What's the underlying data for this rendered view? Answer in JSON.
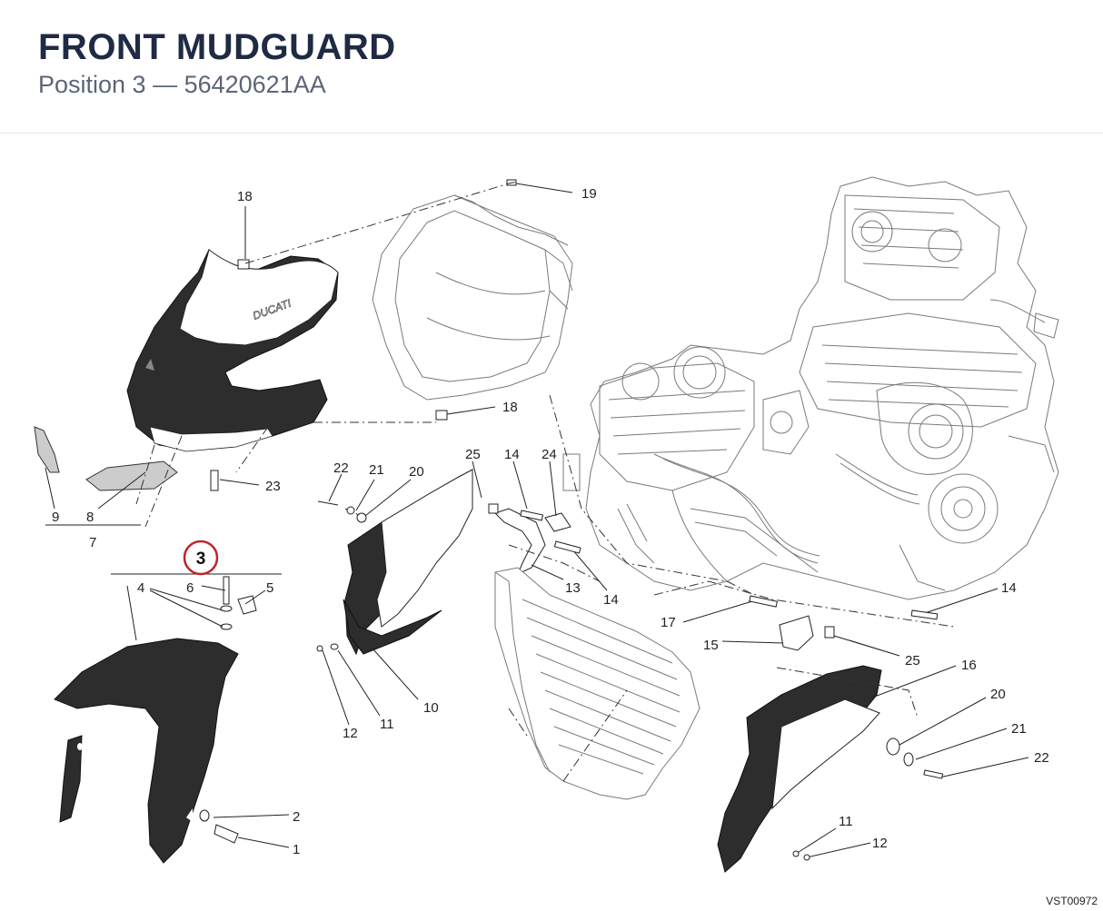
{
  "header": {
    "title": "FRONT MUDGUARD",
    "subtitle": "Position 3 — 56420621AA"
  },
  "highlight": {
    "label": "3",
    "color": "#c0242b"
  },
  "callouts": [
    {
      "id": "c18a",
      "text": "18"
    },
    {
      "id": "c19",
      "text": "19"
    },
    {
      "id": "c18b",
      "text": "18"
    },
    {
      "id": "c23",
      "text": "23"
    },
    {
      "id": "c9",
      "text": "9"
    },
    {
      "id": "c8",
      "text": "8"
    },
    {
      "id": "c7",
      "text": "7"
    },
    {
      "id": "c22a",
      "text": "22"
    },
    {
      "id": "c21a",
      "text": "21"
    },
    {
      "id": "c20a",
      "text": "20"
    },
    {
      "id": "c25a",
      "text": "25"
    },
    {
      "id": "c14a",
      "text": "14"
    },
    {
      "id": "c24",
      "text": "24"
    },
    {
      "id": "c13",
      "text": "13"
    },
    {
      "id": "c14b",
      "text": "14"
    },
    {
      "id": "c6",
      "text": "6"
    },
    {
      "id": "c4",
      "text": "4"
    },
    {
      "id": "c5",
      "text": "5"
    },
    {
      "id": "c2",
      "text": "2"
    },
    {
      "id": "c1",
      "text": "1"
    },
    {
      "id": "c12a",
      "text": "12"
    },
    {
      "id": "c11a",
      "text": "11"
    },
    {
      "id": "c10",
      "text": "10"
    },
    {
      "id": "c14c",
      "text": "14"
    },
    {
      "id": "c17",
      "text": "17"
    },
    {
      "id": "c15",
      "text": "15"
    },
    {
      "id": "c25b",
      "text": "25"
    },
    {
      "id": "c16",
      "text": "16"
    },
    {
      "id": "c20b",
      "text": "20"
    },
    {
      "id": "c21b",
      "text": "21"
    },
    {
      "id": "c22b",
      "text": "22"
    },
    {
      "id": "c11b",
      "text": "11"
    },
    {
      "id": "c12b",
      "text": "12"
    }
  ],
  "fairing_brand": "DUCATI",
  "drawing_ref": "VST00972",
  "icons": [
    "fairing-icon",
    "headlight-icon",
    "engine-icon",
    "radiator-icon",
    "mudguard-icon",
    "side-panel-icon",
    "belly-pan-icon",
    "bracket-icon",
    "screw-icon"
  ]
}
